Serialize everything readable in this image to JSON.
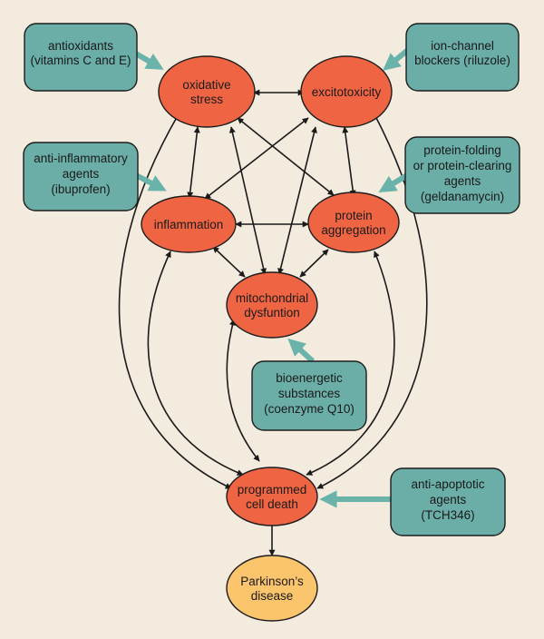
{
  "nodes": {
    "oxidative_stress": [
      "oxidative",
      "stress"
    ],
    "excitotoxicity": [
      "excitotoxicity"
    ],
    "inflammation": [
      "inflammation"
    ],
    "protein_aggregation": [
      "protein",
      "aggregation"
    ],
    "mitochondrial_dysfunction": [
      "mitochondrial",
      "dysfuntion"
    ],
    "programmed_cell_death": [
      "programmed",
      "cell death"
    ],
    "parkinsons_disease": [
      "Parkinson’s",
      "disease"
    ]
  },
  "treatments": {
    "antioxidants": [
      "antioxidants",
      "(vitamins C and E)"
    ],
    "ion_channel_blockers": [
      "ion-channel",
      "blockers (riluzole)"
    ],
    "anti_inflammatory": [
      "anti-inflammatory",
      "agents",
      "(ibuprofen)"
    ],
    "protein_folding": [
      "protein-folding",
      "or protein-clearing",
      "agents",
      "(geldanamycin)"
    ],
    "bioenergetic": [
      "bioenergetic",
      "substances",
      "(coenzyme Q10)"
    ],
    "anti_apoptotic": [
      "anti-apoptotic",
      "agents",
      "(TCH346)"
    ]
  },
  "colors": {
    "background": "#f3ebdd",
    "mechanism_node": "#ef6543",
    "outcome_node": "#fbc56e",
    "treatment_box": "#6aaea7",
    "treatment_arrow": "#6ab3aa"
  }
}
